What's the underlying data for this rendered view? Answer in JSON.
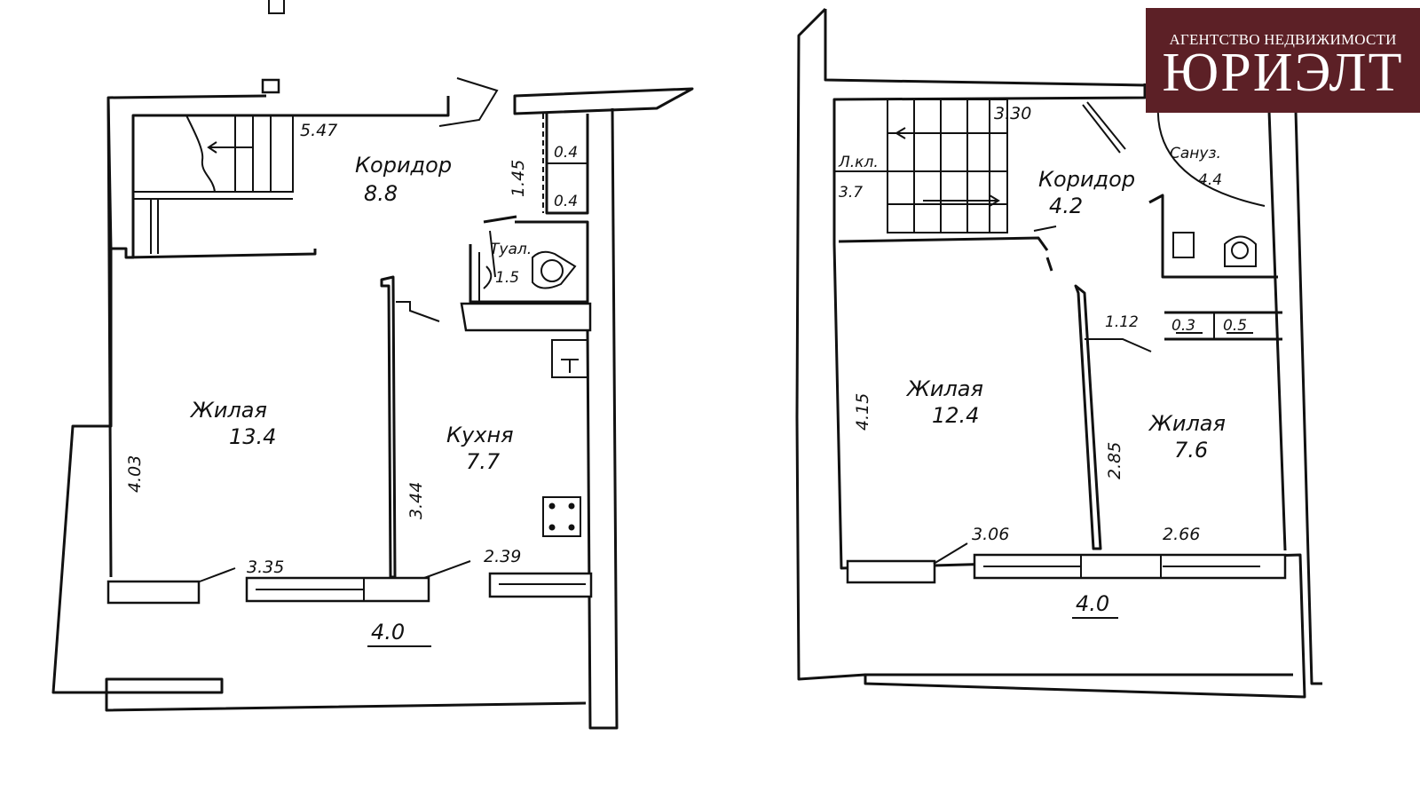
{
  "logo": {
    "line1": "АГЕНТСТВО НЕДВИЖИМОСТИ",
    "line2": "ЮРИЭЛТ",
    "bg_color": "#5c2026"
  },
  "floor1": {
    "rooms": {
      "corridor_label": "Коридор",
      "corridor_area": "8.8",
      "living_label": "Жилая",
      "living_area": "13.4",
      "kitchen_label": "Кухня",
      "kitchen_area": "7.7",
      "toilet_label": "Туал.",
      "toilet_area": "1.5",
      "closet1": "0.4",
      "closet2": "0.4"
    },
    "dims": {
      "stair_width": "5.47",
      "corridor_depth": "1.45",
      "living_depth": "4.03",
      "kitchen_depth": "3.44",
      "living_width": "3.35",
      "kitchen_width": "2.39",
      "balcony": "4.0"
    }
  },
  "floor2": {
    "rooms": {
      "stair_label": "Л.кл.",
      "stair_area": "3.7",
      "corridor_label": "Коридор",
      "corridor_area": "4.2",
      "bath_label": "Сануз.",
      "bath_area": "4.4",
      "living1_label": "Жилая",
      "living1_area": "12.4",
      "living2_label": "Жилая",
      "living2_area": "7.6",
      "closet1": "0.3",
      "closet2": "0.5"
    },
    "dims": {
      "stair_width": "3.30",
      "passage": "1.12",
      "living1_depth": "4.15",
      "living2_depth": "2.85",
      "living1_width": "3.06",
      "living2_width": "2.66",
      "balcony": "4.0"
    }
  }
}
